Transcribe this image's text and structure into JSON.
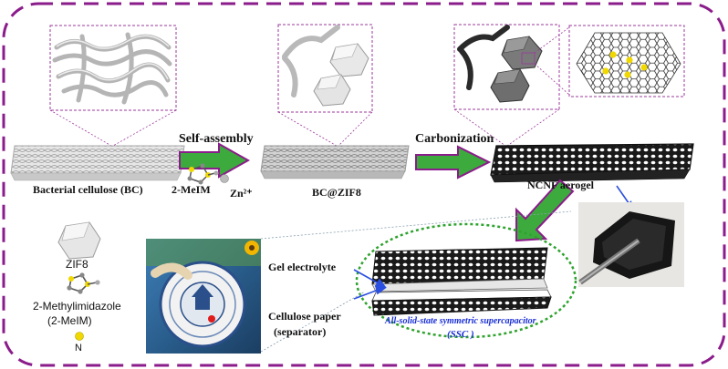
{
  "labels": {
    "bc": "Bacterial cellulose (BC)",
    "self_assembly": "Self-assembly",
    "melm": "2-MeIM",
    "zn": "Zn²⁺",
    "bczif8": "BC@ZIF8",
    "carbonization": "Carbonization",
    "ncnf": "NCNF aerogel",
    "zif8": "ZIF8",
    "methylimidazole": "2-Methylimidazole",
    "melm_paren": "(2-MeIM)",
    "n": "N",
    "gel_electrolyte": "Gel electrolyte",
    "cellulose_paper": "Cellulose paper",
    "separator": "(separator)",
    "ssc_title": "All-solid-state symmetric supercapacitor",
    "ssc_abbrev": "(SSC )"
  },
  "colors": {
    "border_purple": "#8b1c8b",
    "arrow_green": "#3daa3d",
    "arrow_outline": "#8b1c8b",
    "ellipse_green": "#2ea32e",
    "blue_arrow": "#2a4fe0",
    "zoom_box": "#9b3a9b"
  }
}
